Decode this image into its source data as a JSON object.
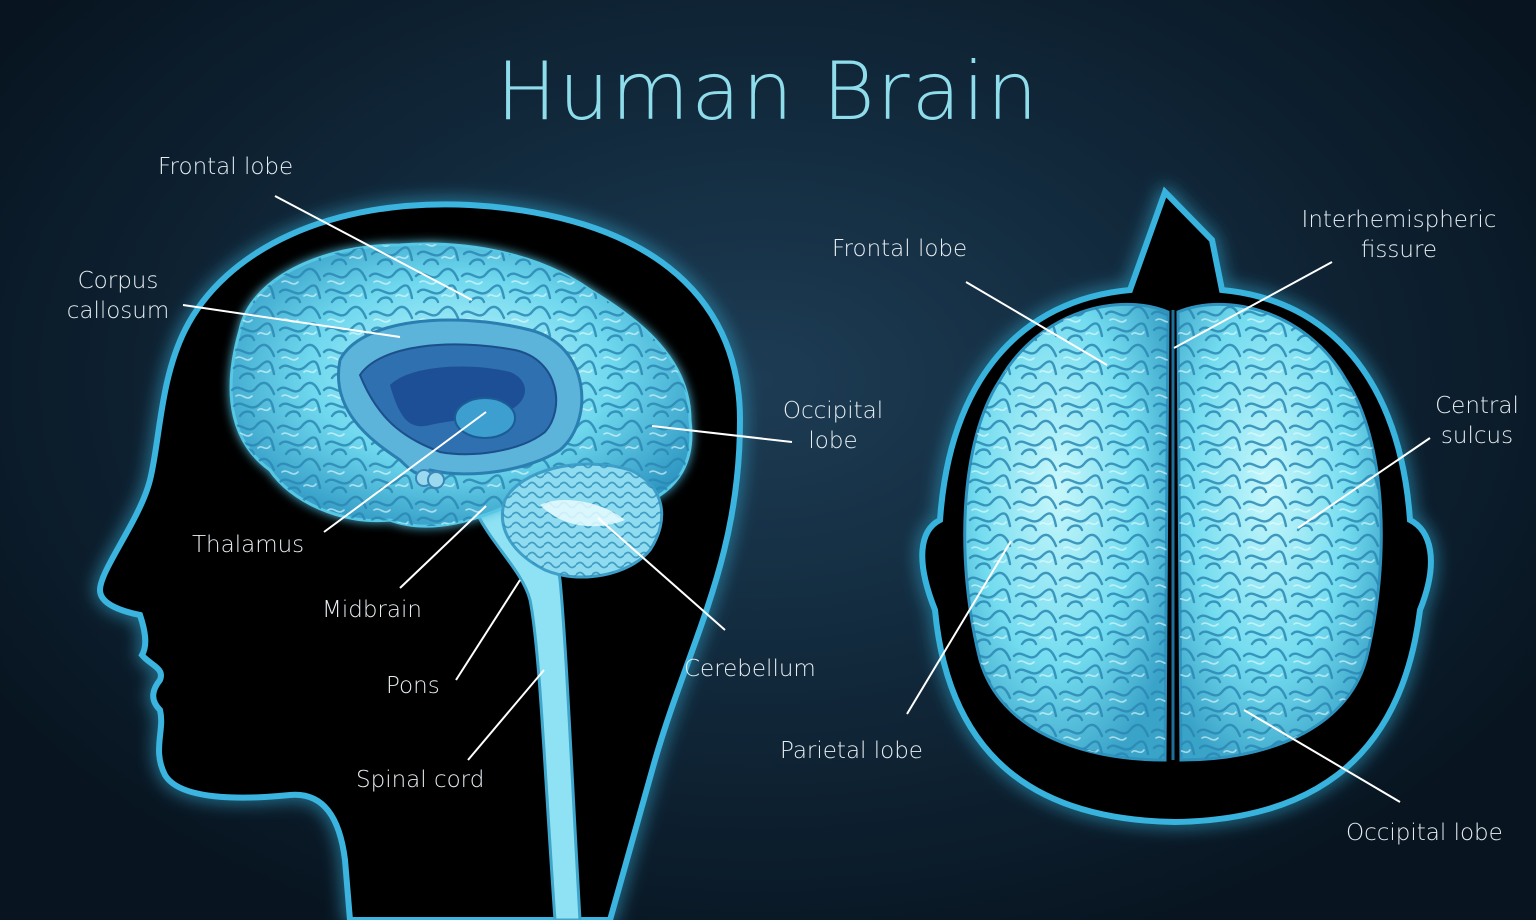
{
  "title": "Human Brain",
  "colors": {
    "background": "#122a3d",
    "glow": "#3fb6de",
    "brain": "#7fe3f2",
    "brain_dark": "#2e8fb6",
    "silhouette": "#000000",
    "label_text": "#e7eef2",
    "title_text": "#8fdcea",
    "leader_line": "#ffffff"
  },
  "side_view": {
    "frontal_lobe": "Frontal lobe",
    "corpus_callosum": [
      "Corpus",
      "callosum"
    ],
    "occipital_lobe": [
      "Occipital",
      "lobe"
    ],
    "thalamus": "Thalamus",
    "midbrain": "Midbrain",
    "pons": "Pons",
    "cerebellum": "Cerebellum",
    "spinal_cord": "Spinal cord"
  },
  "top_view": {
    "frontal_lobe": "Frontal lobe",
    "interhemispheric_fissure": [
      "Interhemispheric",
      "fissure"
    ],
    "central_sulcus": [
      "Central",
      "sulcus"
    ],
    "parietal_lobe": "Parietal lobe",
    "occipital_lobe": "Occipital lobe"
  }
}
